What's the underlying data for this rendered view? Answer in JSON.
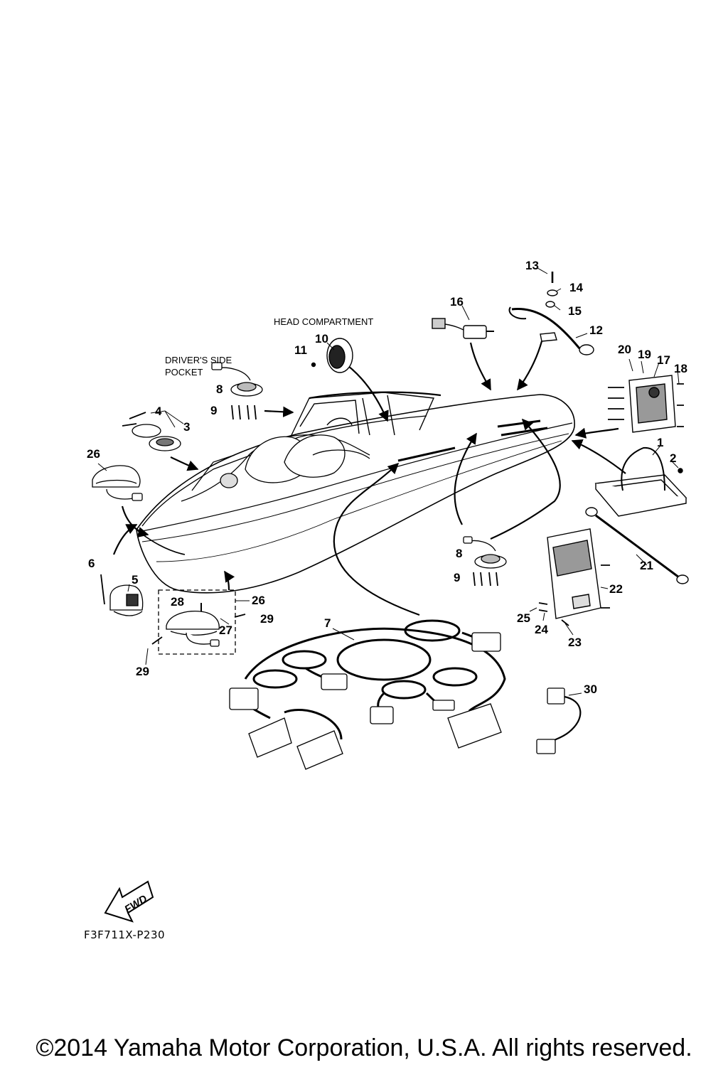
{
  "sections": {
    "head_compartment": "HEAD COMPARTMENT",
    "drivers_side_pocket_line1": "DRIVER'S SIDE",
    "drivers_side_pocket_line2": "POCKET"
  },
  "fwd_label": "FWD",
  "part_labels": [
    {
      "id": "p1",
      "text": "1"
    },
    {
      "id": "p2",
      "text": "2"
    },
    {
      "id": "p3",
      "text": "3"
    },
    {
      "id": "p4",
      "text": "4"
    },
    {
      "id": "p5",
      "text": "5"
    },
    {
      "id": "p6",
      "text": "6"
    },
    {
      "id": "p7",
      "text": "7"
    },
    {
      "id": "p8a",
      "text": "8"
    },
    {
      "id": "p8b",
      "text": "8"
    },
    {
      "id": "p9a",
      "text": "9"
    },
    {
      "id": "p9b",
      "text": "9"
    },
    {
      "id": "p10",
      "text": "10"
    },
    {
      "id": "p11",
      "text": "11"
    },
    {
      "id": "p12",
      "text": "12"
    },
    {
      "id": "p13",
      "text": "13"
    },
    {
      "id": "p14",
      "text": "14"
    },
    {
      "id": "p15",
      "text": "15"
    },
    {
      "id": "p16",
      "text": "16"
    },
    {
      "id": "p17",
      "text": "17"
    },
    {
      "id": "p18",
      "text": "18"
    },
    {
      "id": "p19",
      "text": "19"
    },
    {
      "id": "p20",
      "text": "20"
    },
    {
      "id": "p21",
      "text": "21"
    },
    {
      "id": "p22",
      "text": "22"
    },
    {
      "id": "p23",
      "text": "23"
    },
    {
      "id": "p24",
      "text": "24"
    },
    {
      "id": "p25",
      "text": "25"
    },
    {
      "id": "p26a",
      "text": "26"
    },
    {
      "id": "p26b",
      "text": "26"
    },
    {
      "id": "p27",
      "text": "27"
    },
    {
      "id": "p28",
      "text": "28"
    },
    {
      "id": "p29a",
      "text": "29"
    },
    {
      "id": "p29b",
      "text": "29"
    },
    {
      "id": "p30",
      "text": "30"
    }
  ],
  "diagram_code": "F3F711X-P230",
  "copyright": "©2014 Yamaha Motor Corporation, U.S.A. All rights reserved."
}
